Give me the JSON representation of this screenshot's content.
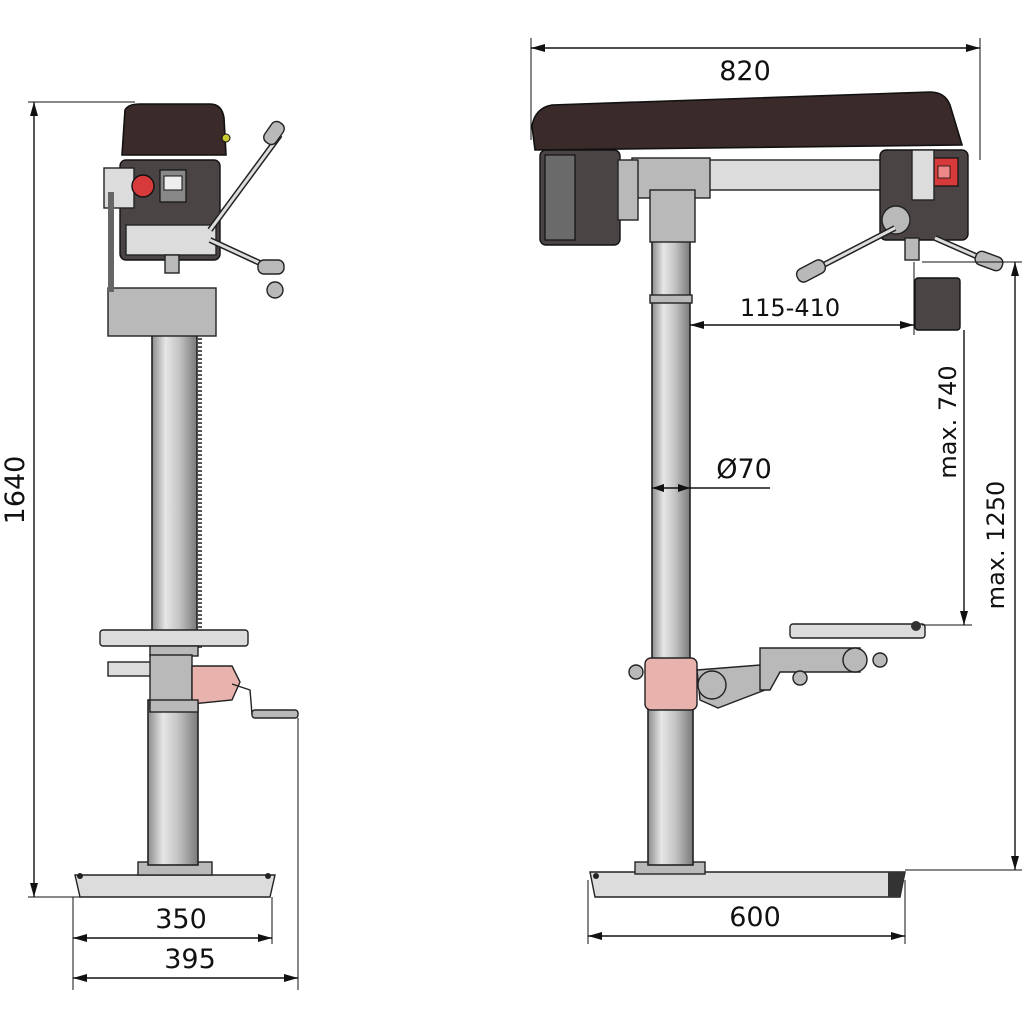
{
  "dimensions": {
    "front_height": "1640",
    "front_base_width": "350",
    "front_overall_width": "395",
    "side_overall_length": "820",
    "side_base_length": "600",
    "side_reach": "115-410",
    "column_diameter": "Ø70",
    "max_spindle_table": "max. 740",
    "max_spindle_base": "max. 1250"
  },
  "colors": {
    "head_dark": "#3a2a2a",
    "switch_red": "#d63a3a",
    "bracket_pink": "#e8b3ad",
    "column_steel": "#c9c9c9"
  }
}
